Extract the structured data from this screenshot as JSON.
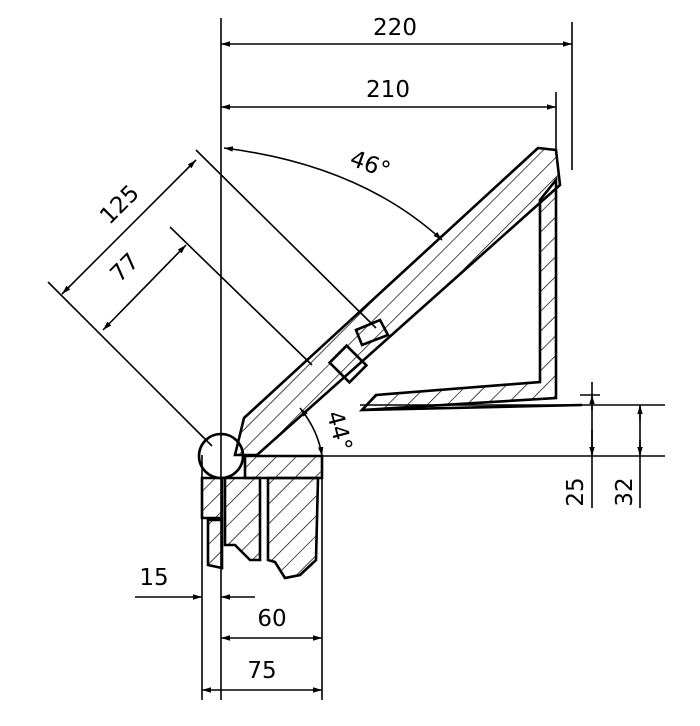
{
  "drawing": {
    "dimensions": {
      "overall_width": "220",
      "inner_width": "210",
      "angle_top": "46°",
      "angle_bottom": "44°",
      "slant_length_outer": "125",
      "slant_length_inner": "77",
      "height_small": "25",
      "height_large": "32",
      "base_offset": "15",
      "base_inner": "60",
      "base_outer": "75"
    },
    "colors": {
      "line": "#000000",
      "background": "#ffffff"
    }
  }
}
